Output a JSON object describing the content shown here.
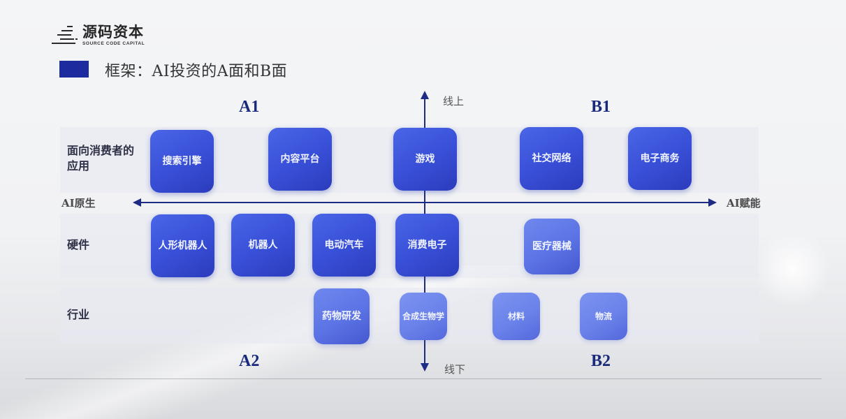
{
  "logo": {
    "name_cn": "源码资本",
    "name_en": "SOURCE CODE CAPITAL"
  },
  "title": "框架：AI投资的A面和B面",
  "colors": {
    "accent": "#1c2c9e",
    "axis": "#1e2b86",
    "card": "#3950d8",
    "quadrant_label": "#1a2a7a"
  },
  "quadrants": {
    "a1": "A1",
    "b1": "B1",
    "a2": "A2",
    "b2": "B2"
  },
  "axes": {
    "left": "AI原生",
    "right": "AI赋能",
    "top": "线上",
    "bottom": "线下"
  },
  "rows": [
    {
      "label": "面向消费者的应用",
      "cards": [
        "搜索引擎",
        "内容平台",
        "游戏",
        "社交网络",
        "电子商务"
      ]
    },
    {
      "label": "硬件",
      "cards": [
        "人形机器人",
        "机器人",
        "电动汽车",
        "消费电子",
        "医疗器械"
      ]
    },
    {
      "label": "行业",
      "cards": [
        "药物研发",
        "合成生物学",
        "材料",
        "物流"
      ]
    }
  ]
}
